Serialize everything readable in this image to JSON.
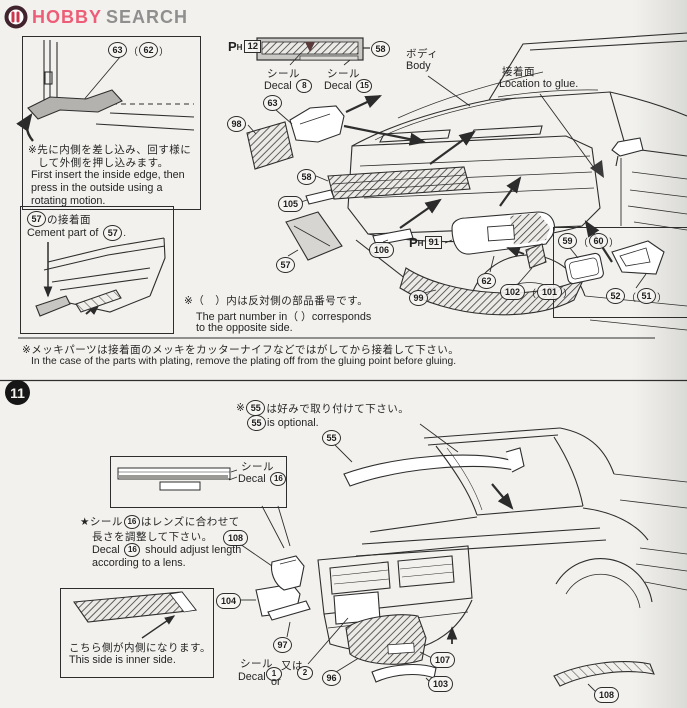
{
  "logo": {
    "hobby": "HOBBY",
    "search": "SEARCH"
  },
  "punct": {
    "open": "（",
    "close": "）",
    "period": ".",
    "or_jp": "又は",
    "or_en": "or"
  },
  "co": {
    "n1": "1",
    "n2": "2",
    "n8": "8",
    "n15": "15",
    "n16": "16",
    "n51": "51",
    "n52": "52",
    "n55": "55",
    "n57": "57",
    "n58": "58",
    "n59": "59",
    "n60": "60",
    "n62": "62",
    "n63": "63",
    "n96": "96",
    "n97": "97",
    "n98": "98",
    "n99": "99",
    "n101": "101",
    "n102": "102",
    "n103": "103",
    "n104": "104",
    "n105": "105",
    "n106": "106",
    "n107": "107",
    "n108": "108"
  },
  "ph": {
    "p": "P",
    "h": "H",
    "box12": "12",
    "box91": "91"
  },
  "labels": {
    "decal_jp": "シール",
    "decal_en": "Decal",
    "body_jp": "ボディ",
    "body_en": "Body",
    "glue_jp": "接着面",
    "glue_en": "Location to glue."
  },
  "step10": {
    "insert_note_jp1": "※先に内側を差し込み、回す様に",
    "insert_note_jp2": "して外側を押し込みます。",
    "insert_note_en1": "First insert the inside edge, then",
    "insert_note_en2": "press in the outside using a",
    "insert_note_en3": "rotating motion.",
    "cement_jp_suffix": "の接着面",
    "cement_en_prefix": "Cement part of",
    "opposite_jp": "※（　）内は反対側の部品番号です。",
    "opposite_en1": "The part number in（ ）corresponds",
    "opposite_en2": "to the opposite side.",
    "plating_jp": "※メッキパーツは接着面のメッキをカッターナイフなどではがしてから接着して下さい。",
    "plating_en": "In the case of the parts with plating, remove the plating off from the gluing point before gluing."
  },
  "step11": {
    "number": "11",
    "optional_prefix": "※",
    "optional_jp": "は好みで取り付けて下さい。",
    "optional_en": "is optional.",
    "length_jp1_pre": "★シール",
    "length_jp1_post": "はレンズに合わせて",
    "length_jp2": "長さを調整して下さい。",
    "length_en1_pre": "Decal",
    "length_en1_post": "should adjust length",
    "length_en2": "according to a lens.",
    "inner_jp": "こちら側が内側になります。",
    "inner_en": "This side is inner side."
  }
}
